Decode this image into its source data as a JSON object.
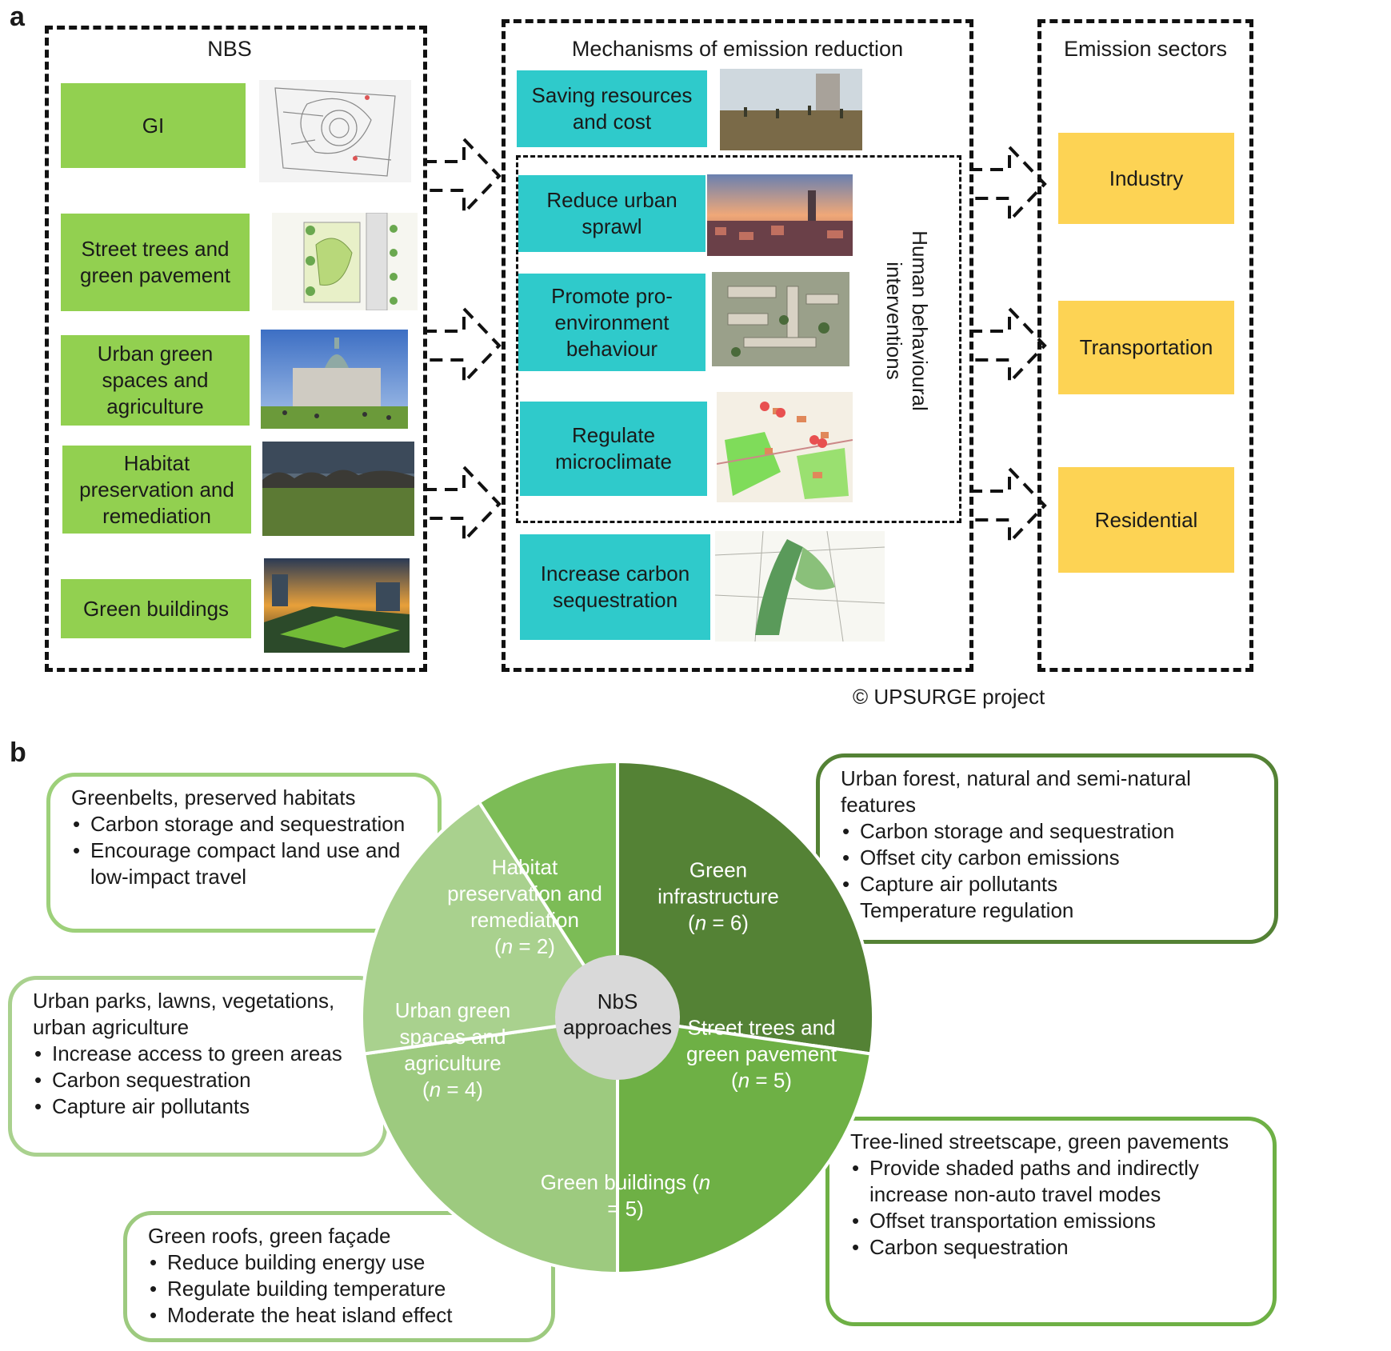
{
  "panel_a": {
    "letter": "a",
    "nbs": {
      "title": "NBS",
      "items": [
        "GI",
        "Street trees and green pavement",
        "Urban green spaces and agriculture",
        "Habitat preservation and remediation",
        "Green buildings"
      ]
    },
    "mechanisms": {
      "title": "Mechanisms of emission reduction",
      "items": [
        "Saving resources and cost",
        "Reduce urban sprawl",
        "Promote pro-environment behaviour",
        "Regulate microclimate",
        "Increase carbon sequestration"
      ],
      "inner_label": "Human behavioural interventions"
    },
    "sectors": {
      "title": "Emission sectors",
      "items": [
        "Industry",
        "Transportation",
        "Residential"
      ]
    },
    "copyright": "© UPSURGE project"
  },
  "panel_b": {
    "letter": "b",
    "hub": "NbS approaches",
    "wedges": [
      {
        "name": "Green infrastructure",
        "n": "6",
        "color": "#548235"
      },
      {
        "name": "Street trees and green pavement",
        "n": "5",
        "color": "#6eb045"
      },
      {
        "name": "Green buildings",
        "n": "5",
        "color": "#9dca7f"
      },
      {
        "name": "Urban green spaces and agriculture",
        "n": "4",
        "color": "#a9d18e"
      },
      {
        "name": "Habitat preservation and remediation",
        "n": "2",
        "color": "#7cbc56"
      }
    ],
    "callouts": {
      "habitat": {
        "title": "Greenbelts, preserved habitats",
        "bullets": [
          "Carbon storage and sequestration",
          "Encourage compact land use and low-impact travel"
        ]
      },
      "gi": {
        "title": "Urban forest, natural and semi-natural features",
        "bullets": [
          "Carbon storage and sequestration",
          "Offset city carbon emissions",
          "Capture air pollutants",
          "Temperature regulation"
        ]
      },
      "urban_green": {
        "title": "Urban parks, lawns, vegetations, urban agriculture",
        "bullets": [
          "Increase access to green areas",
          "Carbon sequestration",
          "Capture air pollutants"
        ]
      },
      "street": {
        "title": "Tree-lined streetscape, green pavements",
        "bullets": [
          "Provide shaded paths and indirectly increase non-auto travel modes",
          "Offset transportation emissions",
          "Carbon sequestration"
        ]
      },
      "buildings": {
        "title": "Green roofs, green façade",
        "bullets": [
          "Reduce building energy use",
          "Regulate building temperature",
          "Moderate the heat island effect"
        ]
      }
    }
  }
}
